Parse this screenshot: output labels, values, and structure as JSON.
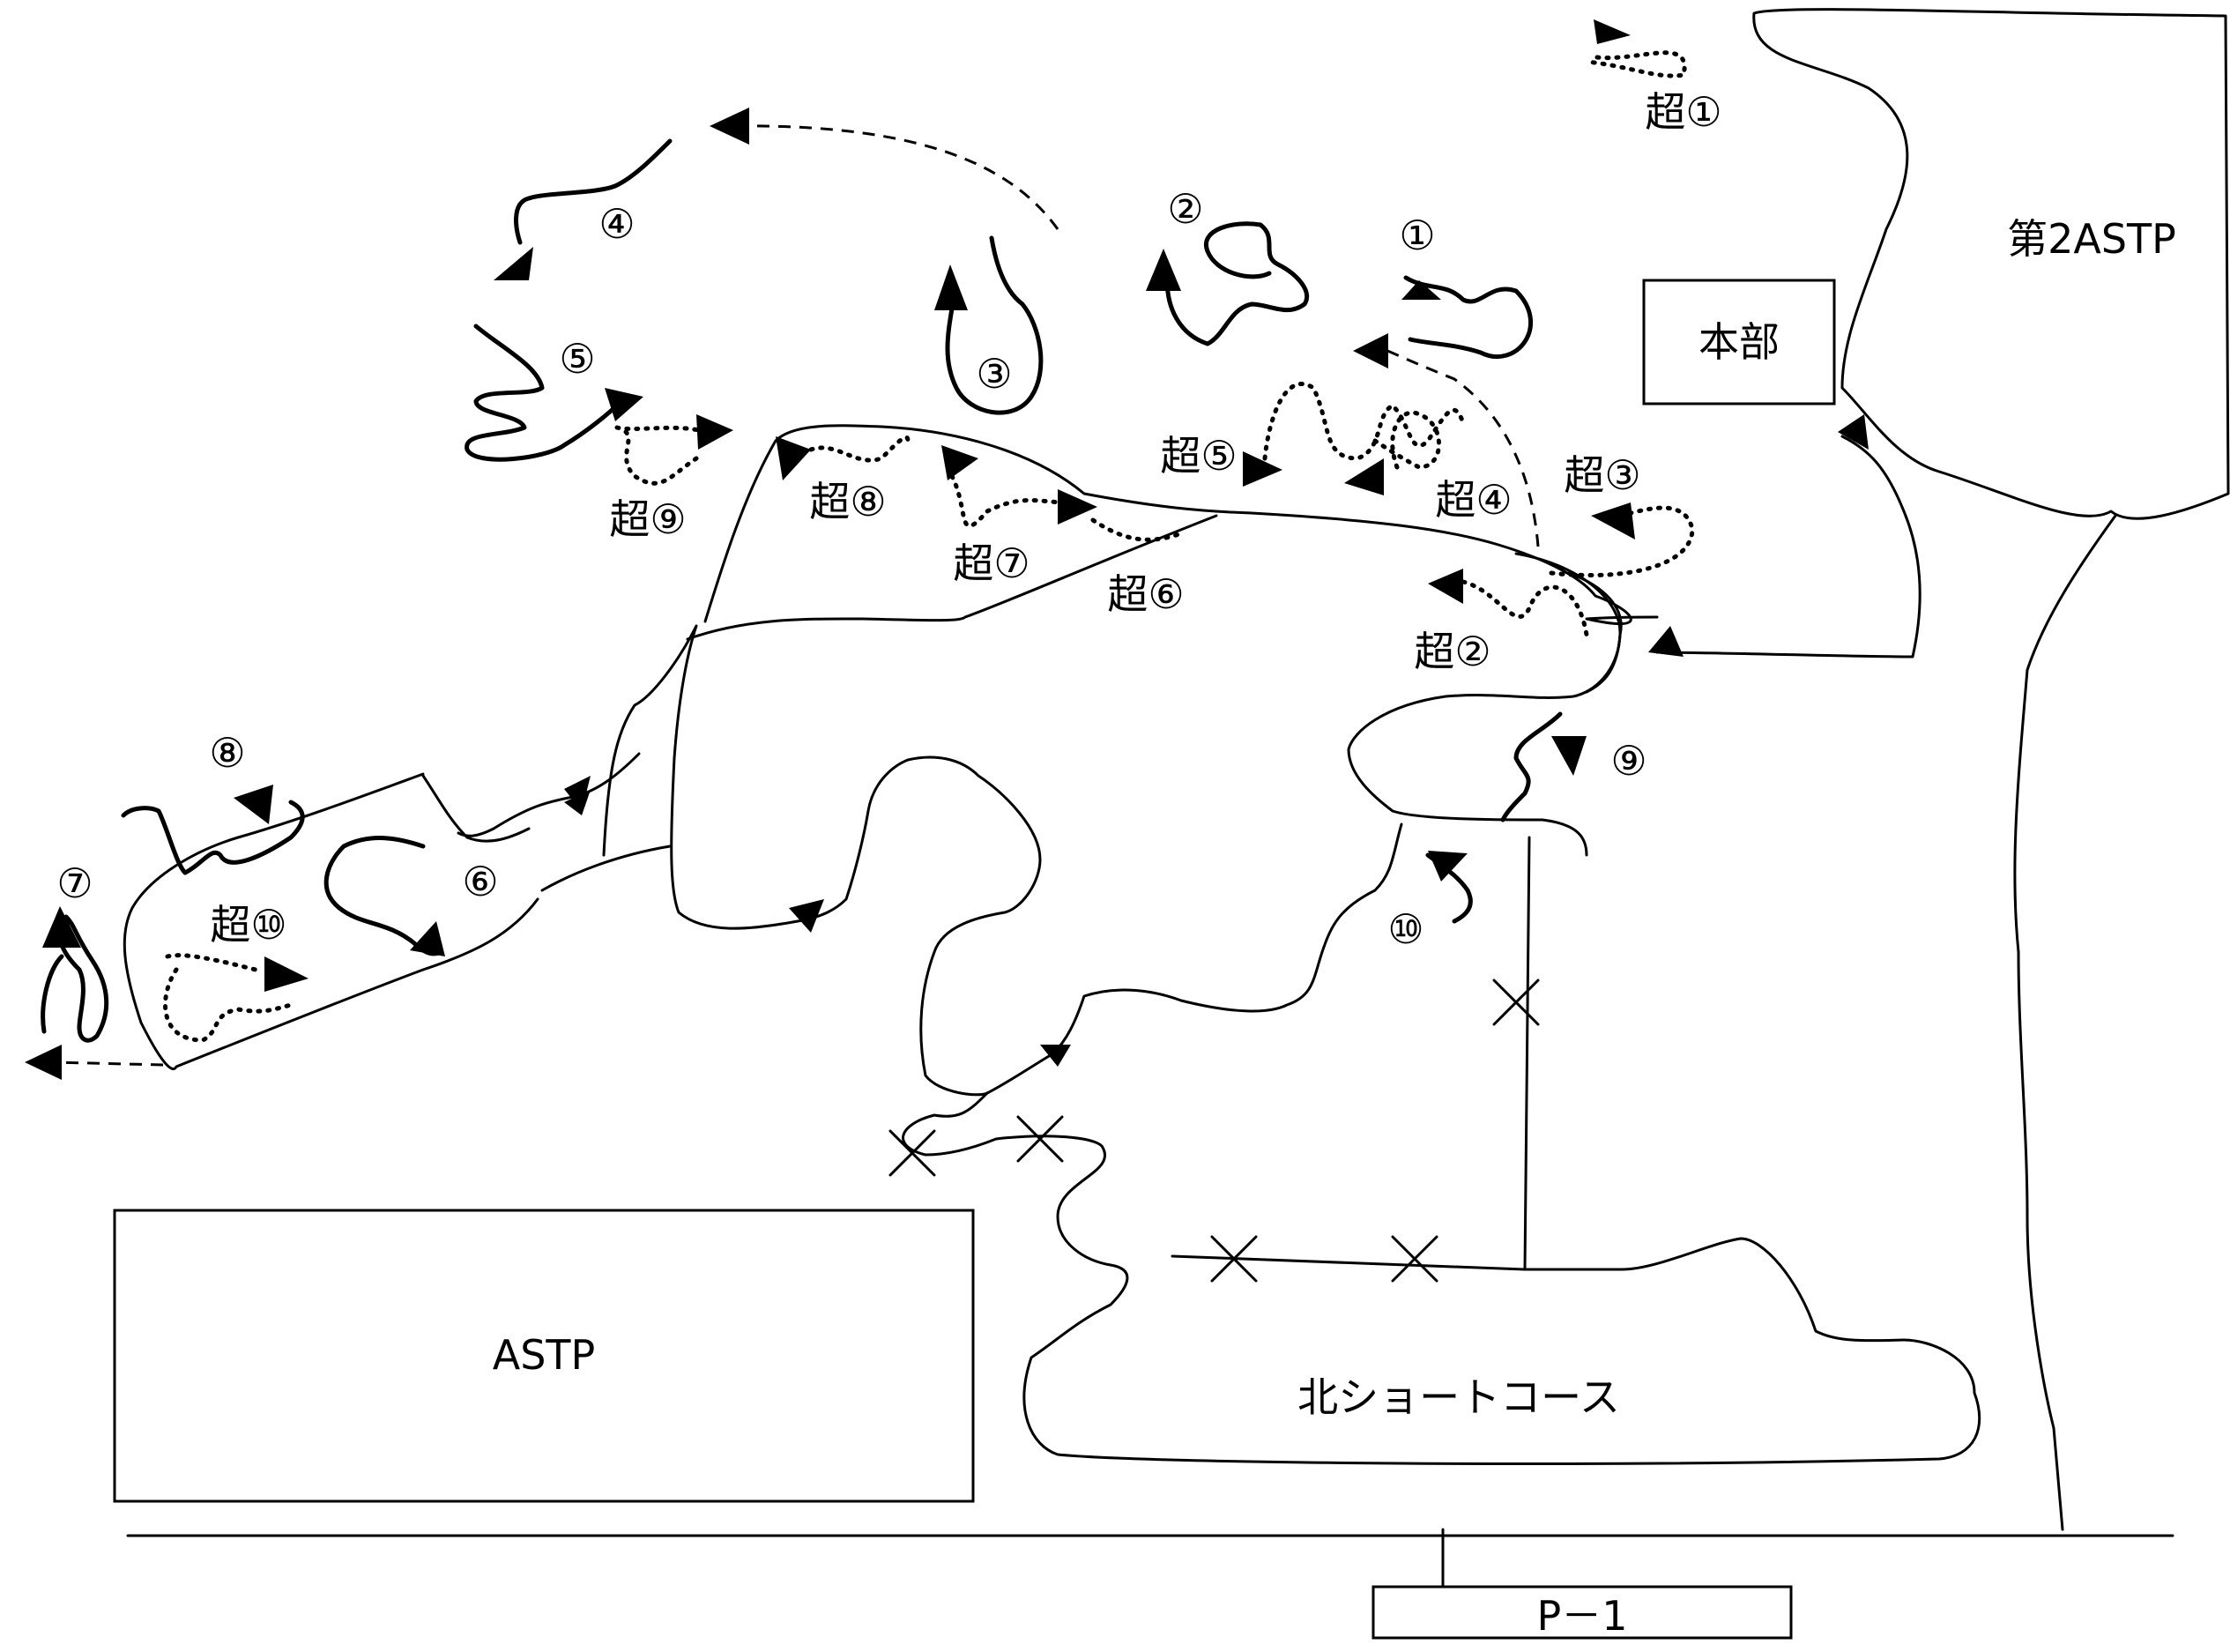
{
  "map": {
    "facilities": {
      "astp": "ASTP",
      "astp2": "第2ASTP",
      "honbu": "本部",
      "north_short_course": "北ショートコース",
      "p1": "P－1"
    },
    "course_numbers": [
      "①",
      "②",
      "③",
      "④",
      "⑤",
      "⑥",
      "⑦",
      "⑧",
      "⑨",
      "⑩"
    ],
    "super_course_labels": [
      "超①",
      "超②",
      "超③",
      "超④",
      "超⑤",
      "超⑥",
      "超⑦",
      "超⑧",
      "超⑨",
      "超⑩"
    ]
  }
}
